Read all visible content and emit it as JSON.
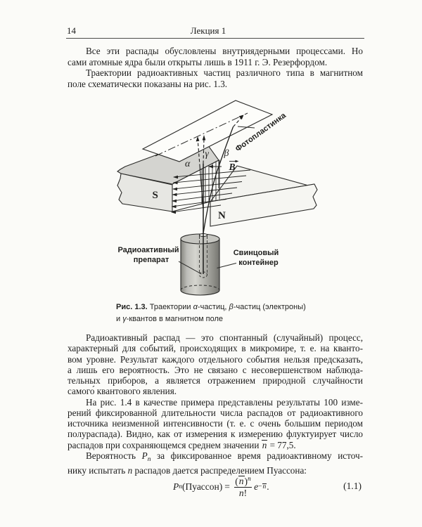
{
  "page": {
    "number": "14",
    "header": "Лекция 1"
  },
  "body": {
    "p1": {
      "l1": "Все эти распады обусловлены внутриядерными процессами. Но",
      "l2": "сами атомные ядра были открыты лишь в 1911 г. Э. Резерфордом."
    },
    "p2": {
      "l1": "Траектории радиоактивных частиц различного типа в магнитном",
      "l2": "поле схематически показаны на рис. 1.3."
    },
    "p3": {
      "l1": "Радиоактивный распад — это спонтанный (случайный) процесс,",
      "l2": "характерный для событий, происходящих в микромире, т. е. на кванто-",
      "l3": "вом уровне. Результат каждого отдельного события нельзя предсказать,",
      "l4": "а лишь его вероятность. Это не связано с несовершенством наблюда-",
      "l5": "тельных приборов, а является отражением природной случайности",
      "l6": "самого́ квантового явления."
    },
    "p4": {
      "l1": "На рис. 1.4 в качестве примера представлены результаты 100 изме-",
      "l2": "рений фиксированной длительности числа распадов от радиоактивного",
      "l3": "источника неизменной интенсивности (т. е. с очень большим периодом",
      "l4": "полураспада). Видно, как от измерения к измерению флуктуирует число",
      "l5": {
        "pre": "распадов при сохраняющемся среднем значении ",
        "nvar": "n",
        "post": " = 77,5."
      }
    },
    "p5": {
      "l1": {
        "pre": "Вероятность ",
        "P": "P",
        "sub": "n",
        "post": " за фиксированное время радиоактивному источ-"
      },
      "l2": {
        "pre": "нику испытать ",
        "nvar": "n",
        "post": " распадов дается распределением Пуассона:"
      }
    }
  },
  "figure": {
    "labels": {
      "photoplate": "Фотопластинка",
      "alpha": "α",
      "gamma": "γ",
      "beta": "β",
      "b": "B",
      "s_pole": "S",
      "n_pole": "N",
      "source_l1": "Радиоактивный",
      "source_l2": "препарат",
      "container_l1": "Свинцовый",
      "container_l2": "контейнер"
    },
    "caption": {
      "num": "Рис. 1.3.",
      "t1": " Траектории ",
      "g1": "α",
      "t2": "-частиц, ",
      "g2": "β",
      "t3": "-частиц (электроны)",
      "t4": "и ",
      "g3": "γ",
      "t5": "-квантов в магнитном поле"
    }
  },
  "formula": {
    "P": "P",
    "sub": "n",
    "lhs": "(Пуассон)",
    "eq": "=",
    "numo": "(",
    "numv": "n",
    "nume": ")",
    "sup": "n",
    "den_n": "n",
    "den_x": "!",
    "e": "e",
    "minus": "−",
    "expv": "n",
    "period": ".",
    "eqno": "(1.1)"
  },
  "colors": {
    "paper": "#fbfbf8",
    "ink": "#1c1c1c",
    "magnet_top_gray": "#d4d4d0",
    "magnet_front_gray": "#e7e7e3",
    "cylinder_dark": "#8d8d8a",
    "cylinder_light": "#d8d8d4"
  }
}
